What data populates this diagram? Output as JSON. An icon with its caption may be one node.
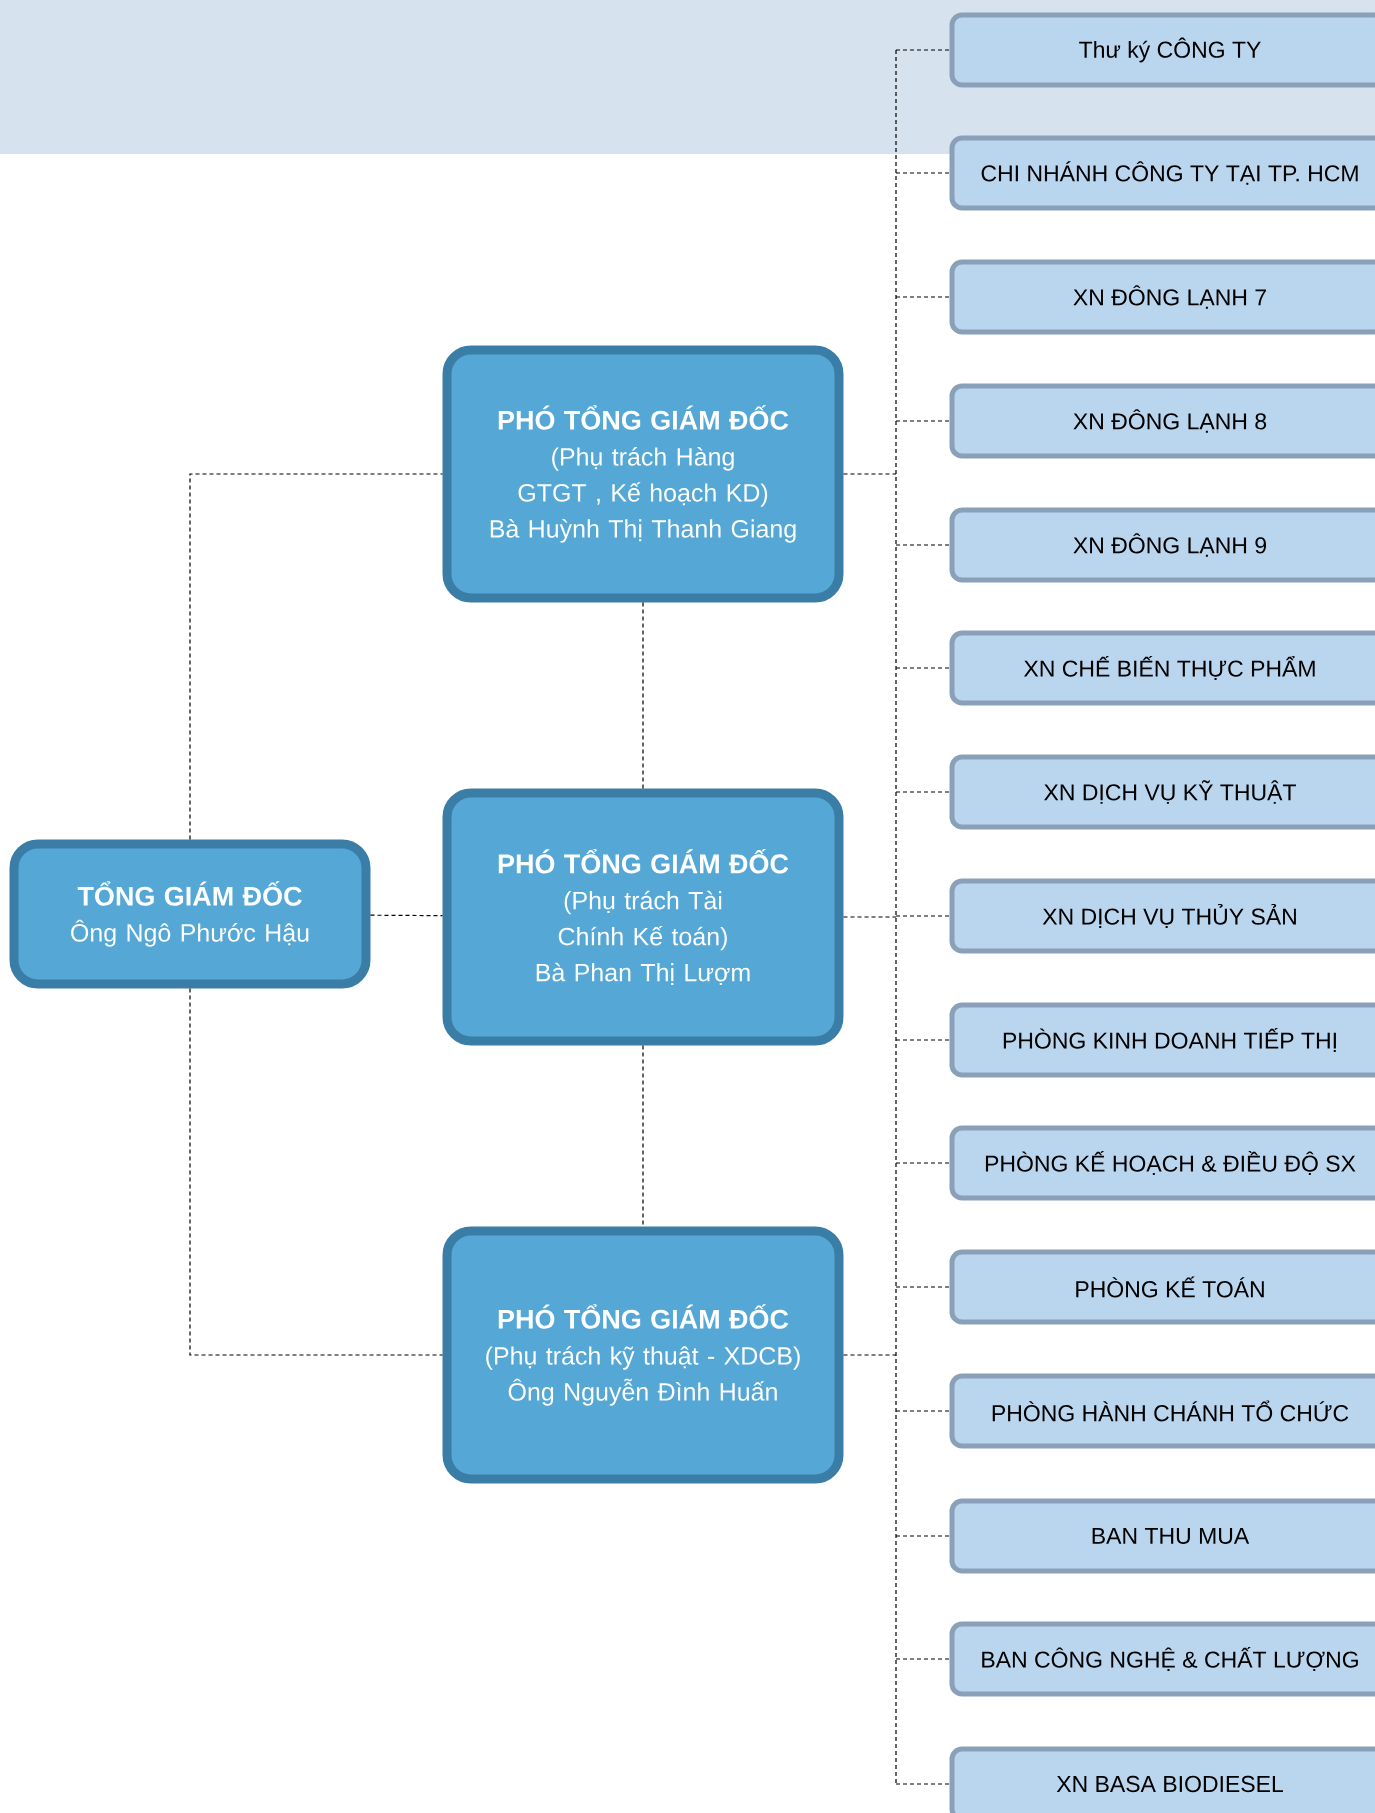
{
  "diagram": {
    "nodes": [
      {
        "text": [
          "TỔNG GIÁM ĐỐC",
          "Ông Ngô Phước Hậu"
        ]
      },
      {
        "text": [
          "PHÓ TỔNG GIÁM ĐỐC",
          "(Phụ trách Hàng GTGT , Kế hoạch KD)",
          "Bà Huỳnh Thị Thanh Giang"
        ]
      },
      {
        "text": [
          "PHÓ TỔNG GIÁM ĐỐC",
          "(Phụ trách Tài Chính Kế toán)",
          "Bà Phan Thị Lượm"
        ]
      },
      {
        "text": [
          "PHÓ TỔNG GIÁM ĐỐC",
          "(Phụ trách kỹ thuật - XDCB)",
          "Ông Nguyễn Đình Huấn"
        ]
      },
      {
        "text": [
          "Thư ký CÔNG TY"
        ]
      },
      {
        "text": [
          "CHI NHÁNH CÔNG TY TẠI TP. HCM"
        ]
      },
      {
        "text": [
          "XN ĐÔNG LẠNH 7"
        ]
      },
      {
        "text": [
          "XN ĐÔNG LẠNH 8"
        ]
      },
      {
        "text": [
          "XN ĐÔNG LẠNH 9"
        ]
      },
      {
        "text": [
          "XN CHẾ BIẾN THỰC PHẨM"
        ]
      },
      {
        "text": [
          "XN DỊCH VỤ KỸ THUẬT"
        ]
      },
      {
        "text": [
          "XN DỊCH VỤ THỦY SẢN"
        ]
      },
      {
        "text": [
          "PHÒNG KINH DOANH TIẾP THỊ"
        ]
      },
      {
        "text": [
          "PHÒNG KẾ HOẠCH & ĐIỀU ĐỘ SX"
        ]
      },
      {
        "text": [
          "PHÒNG KẾ TOÁN"
        ]
      },
      {
        "text": [
          "PHÒNG HÀNH CHÁNH TỔ CHỨC"
        ]
      },
      {
        "text": [
          "BAN THU MUA"
        ]
      },
      {
        "text": [
          "BAN CÔNG NGHỆ & CHẤT LƯỢNG"
        ]
      },
      {
        "text": [
          "XN BASA BIODIESEL"
        ]
      }
    ],
    "edges": [
      {
        "from": 0,
        "to": 1,
        "arrow": "none",
        "style": "dashed"
      },
      {
        "from": 0,
        "to": 2,
        "arrow": "none",
        "style": "dashed"
      },
      {
        "from": 0,
        "to": 3,
        "arrow": "none",
        "style": "dashed"
      },
      {
        "from": 1,
        "to": 2,
        "arrow": "none",
        "style": "dashed"
      },
      {
        "from": 2,
        "to": 3,
        "arrow": "none",
        "style": "dashed"
      },
      {
        "from": 1,
        "to": 4,
        "arrow": "none",
        "style": "dashed"
      },
      {
        "from": 1,
        "to": 5,
        "arrow": "none",
        "style": "dashed"
      },
      {
        "from": 1,
        "to": 6,
        "arrow": "none",
        "style": "dashed"
      },
      {
        "from": 1,
        "to": 7,
        "arrow": "none",
        "style": "dashed"
      },
      {
        "from": 1,
        "to": 8,
        "arrow": "none",
        "style": "dashed"
      },
      {
        "from": 1,
        "to": 9,
        "arrow": "none",
        "style": "dashed"
      },
      {
        "from": 1,
        "to": 10,
        "arrow": "none",
        "style": "dashed"
      },
      {
        "from": 1,
        "to": 11,
        "arrow": "none",
        "style": "dashed"
      },
      {
        "from": 1,
        "to": 12,
        "arrow": "none",
        "style": "dashed"
      },
      {
        "from": 1,
        "to": 13,
        "arrow": "none",
        "style": "dashed"
      },
      {
        "from": 1,
        "to": 14,
        "arrow": "none",
        "style": "dashed"
      },
      {
        "from": 1,
        "to": 15,
        "arrow": "none",
        "style": "dashed"
      },
      {
        "from": 1,
        "to": 16,
        "arrow": "none",
        "style": "dashed"
      },
      {
        "from": 1,
        "to": 17,
        "arrow": "none",
        "style": "dashed"
      },
      {
        "from": 1,
        "to": 18,
        "arrow": "none",
        "style": "dashed"
      },
      {
        "from": 2,
        "to": 4,
        "arrow": "none",
        "style": "dashed"
      },
      {
        "from": 2,
        "to": 5,
        "arrow": "none",
        "style": "dashed"
      },
      {
        "from": 2,
        "to": 6,
        "arrow": "none",
        "style": "dashed"
      },
      {
        "from": 2,
        "to": 7,
        "arrow": "none",
        "style": "dashed"
      },
      {
        "from": 2,
        "to": 8,
        "arrow": "none",
        "style": "dashed"
      },
      {
        "from": 2,
        "to": 9,
        "arrow": "none",
        "style": "dashed"
      },
      {
        "from": 2,
        "to": 10,
        "arrow": "none",
        "style": "dashed"
      },
      {
        "from": 2,
        "to": 11,
        "arrow": "none",
        "style": "dashed"
      },
      {
        "from": 2,
        "to": 12,
        "arrow": "none",
        "style": "dashed"
      },
      {
        "from": 2,
        "to": 13,
        "arrow": "none",
        "style": "dashed"
      },
      {
        "from": 2,
        "to": 14,
        "arrow": "none",
        "style": "dashed"
      },
      {
        "from": 2,
        "to": 15,
        "arrow": "none",
        "style": "dashed"
      },
      {
        "from": 2,
        "to": 16,
        "arrow": "none",
        "style": "dashed"
      },
      {
        "from": 2,
        "to": 17,
        "arrow": "none",
        "style": "dashed"
      },
      {
        "from": 2,
        "to": 18,
        "arrow": "none",
        "style": "dashed"
      },
      {
        "from": 3,
        "to": 4,
        "arrow": "none",
        "style": "dashed"
      },
      {
        "from": 3,
        "to": 5,
        "arrow": "none",
        "style": "dashed"
      },
      {
        "from": 3,
        "to": 6,
        "arrow": "none",
        "style": "dashed"
      },
      {
        "from": 3,
        "to": 7,
        "arrow": "none",
        "style": "dashed"
      },
      {
        "from": 3,
        "to": 8,
        "arrow": "none",
        "style": "dashed"
      },
      {
        "from": 3,
        "to": 9,
        "arrow": "none",
        "style": "dashed"
      },
      {
        "from": 3,
        "to": 10,
        "arrow": "none",
        "style": "dashed"
      },
      {
        "from": 3,
        "to": 11,
        "arrow": "none",
        "style": "dashed"
      },
      {
        "from": 3,
        "to": 12,
        "arrow": "none",
        "style": "dashed"
      },
      {
        "from": 3,
        "to": 13,
        "arrow": "none",
        "style": "dashed"
      },
      {
        "from": 3,
        "to": 14,
        "arrow": "none",
        "style": "dashed"
      },
      {
        "from": 3,
        "to": 15,
        "arrow": "none",
        "style": "dashed"
      },
      {
        "from": 3,
        "to": 16,
        "arrow": "none",
        "style": "dashed"
      },
      {
        "from": 3,
        "to": 17,
        "arrow": "none",
        "style": "dashed"
      },
      {
        "from": 3,
        "to": 18,
        "arrow": "none",
        "style": "dashed"
      }
    ]
  }
}
